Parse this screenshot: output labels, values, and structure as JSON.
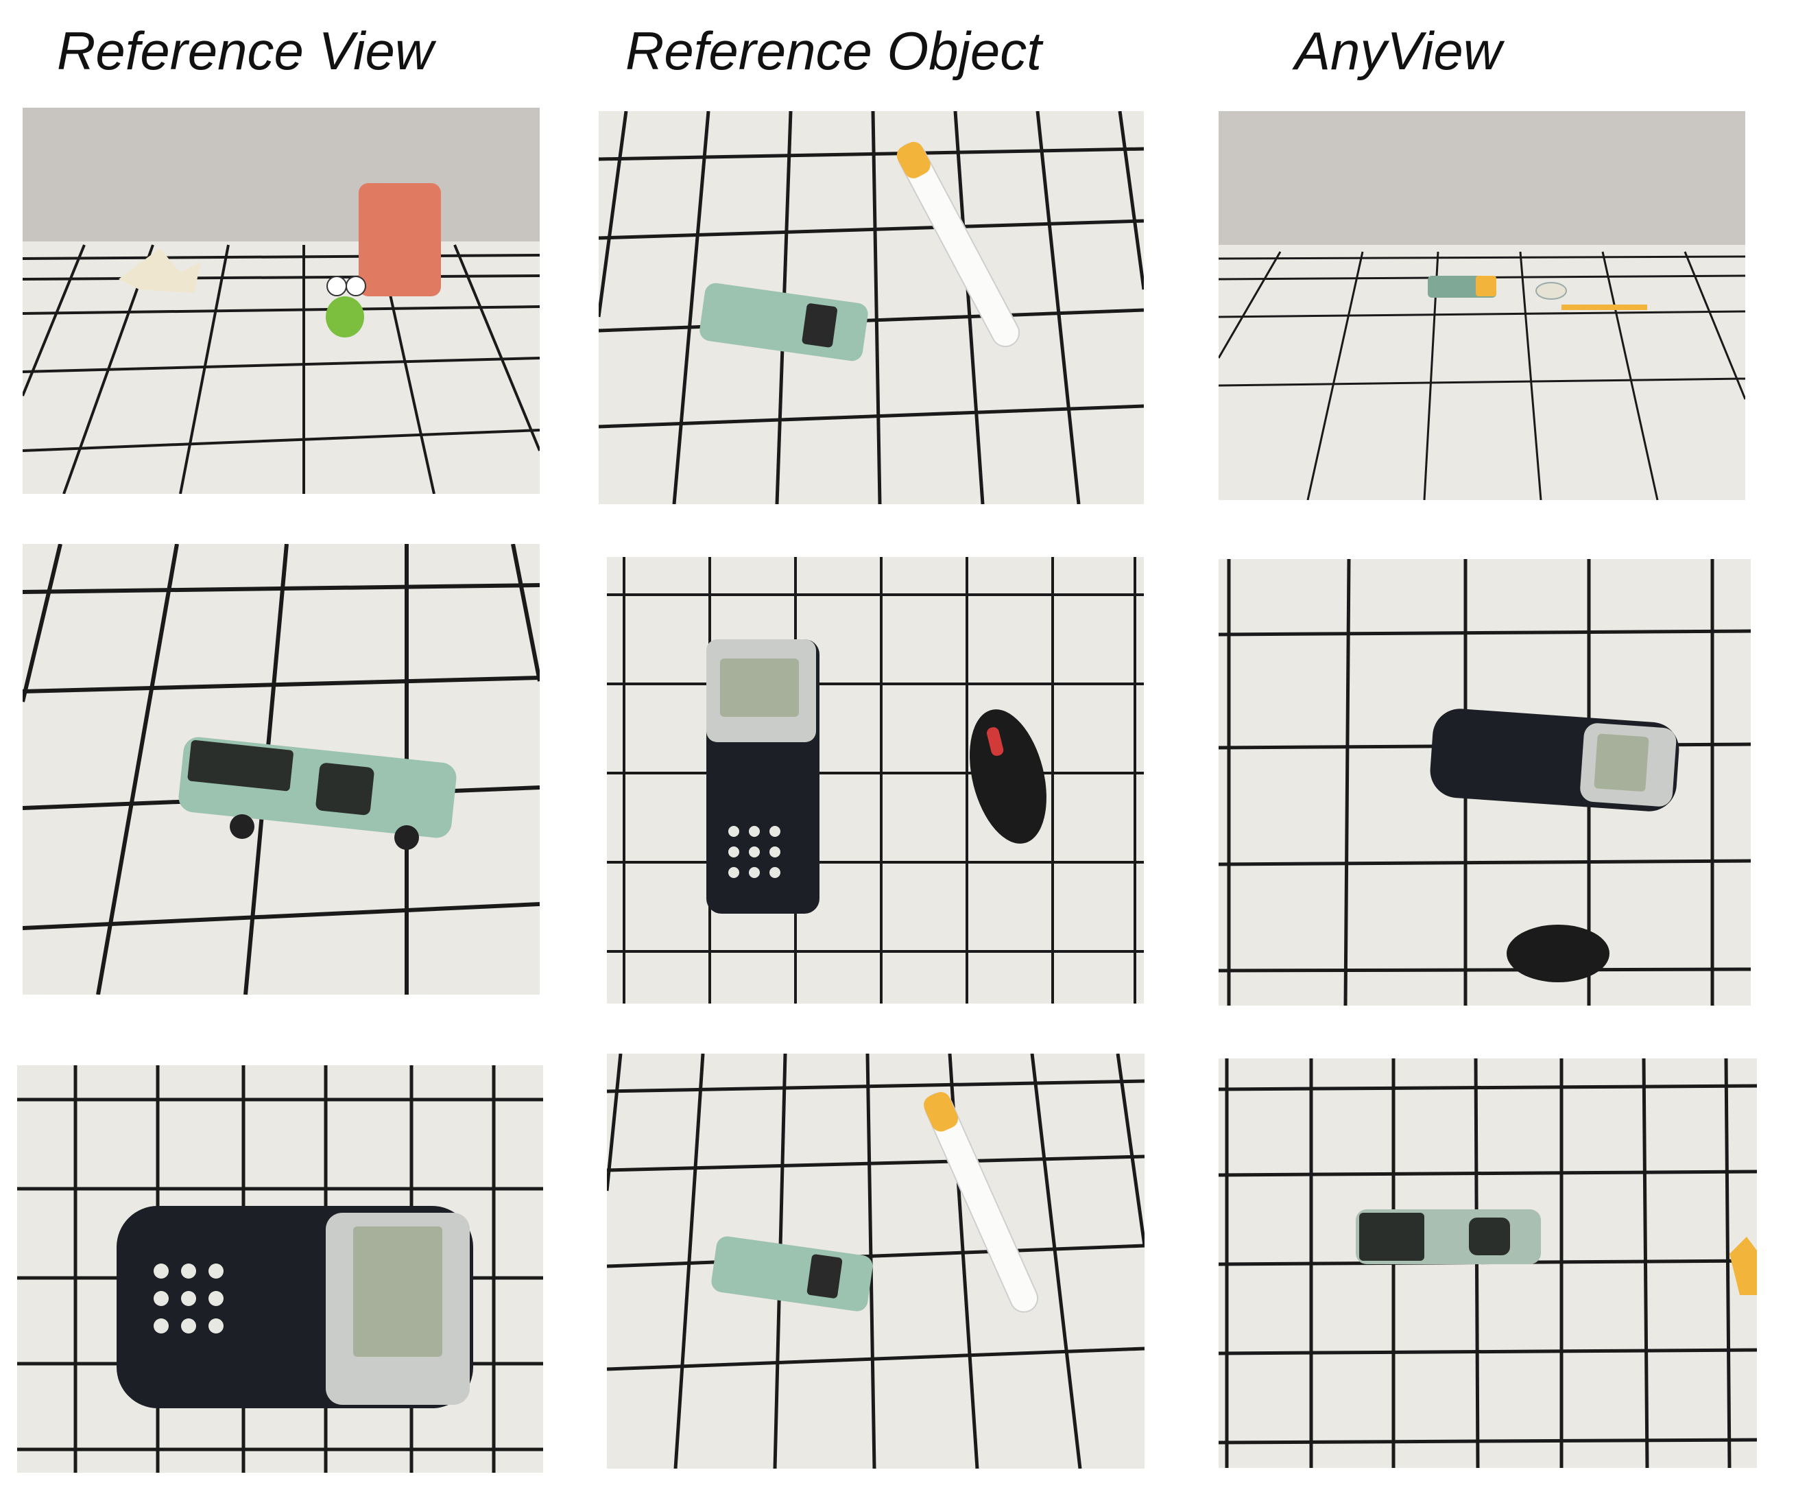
{
  "columns": {
    "reference_view": "Reference View",
    "reference_object": "Reference Object",
    "anyview": "AnyView"
  },
  "rows": [
    {
      "reference_view": {
        "scene": "tile floor with paper origami, frog toy and orange cylinder"
      },
      "reference_object": {
        "scene": "green toy truck and white pen on tile grid"
      },
      "anyview": {
        "scene": "distant view of toy truck and tape on tile grid"
      }
    },
    {
      "reference_view": {
        "scene": "green toy truck on tile grid"
      },
      "reference_object": {
        "scene": "graphing calculator and computer mouse on tile grid"
      },
      "anyview": {
        "scene": "rotated calculator and mouse on tile grid"
      }
    },
    {
      "reference_view": {
        "scene": "graphing calculator lying sideways on tile grid"
      },
      "reference_object": {
        "scene": "green toy truck and white pen on tile grid"
      },
      "anyview": {
        "scene": "top-down toy truck on tile grid"
      }
    }
  ],
  "colors": {
    "tile": "#ebe9e3",
    "grid_line": "#1a1a1a",
    "wall": "#c9c6c2",
    "truck": "#9cc3b0",
    "calculator": "#1c1f26",
    "orange_cylinder": "#e07a60",
    "pen_cap": "#f2b43a"
  }
}
